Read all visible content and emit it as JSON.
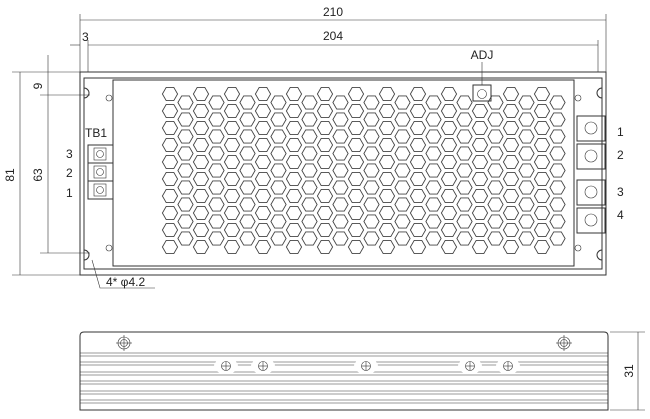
{
  "dimensions": {
    "overall_length": "210",
    "mounting_length": "204",
    "edge_offset": "3",
    "overall_width": "81",
    "mounting_width": "63",
    "hole_offset": "9",
    "height": "31",
    "hole_spec": "4* φ4.2"
  },
  "labels": {
    "adj": "ADJ",
    "tb1": "TB1",
    "tb1_pins": [
      "3",
      "2",
      "1"
    ],
    "output_pins": [
      "1",
      "2",
      "3",
      "4"
    ]
  }
}
